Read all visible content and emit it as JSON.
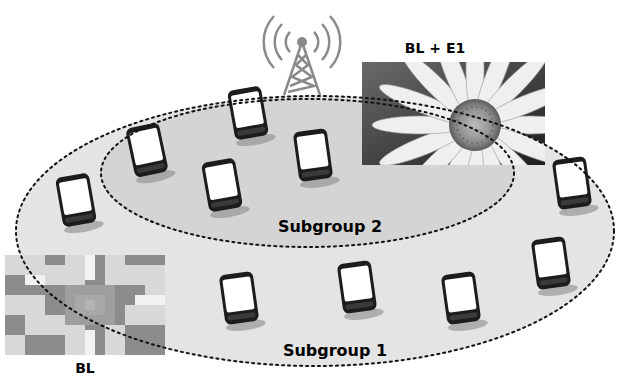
{
  "diagram": {
    "nodes": [
      {
        "text": [
          "Subgroup 1"
        ]
      },
      {
        "text": [
          "Subgroup 2"
        ],
        "in": 0
      }
    ],
    "labels": [
      "BL + E1",
      "BL"
    ]
  }
}
